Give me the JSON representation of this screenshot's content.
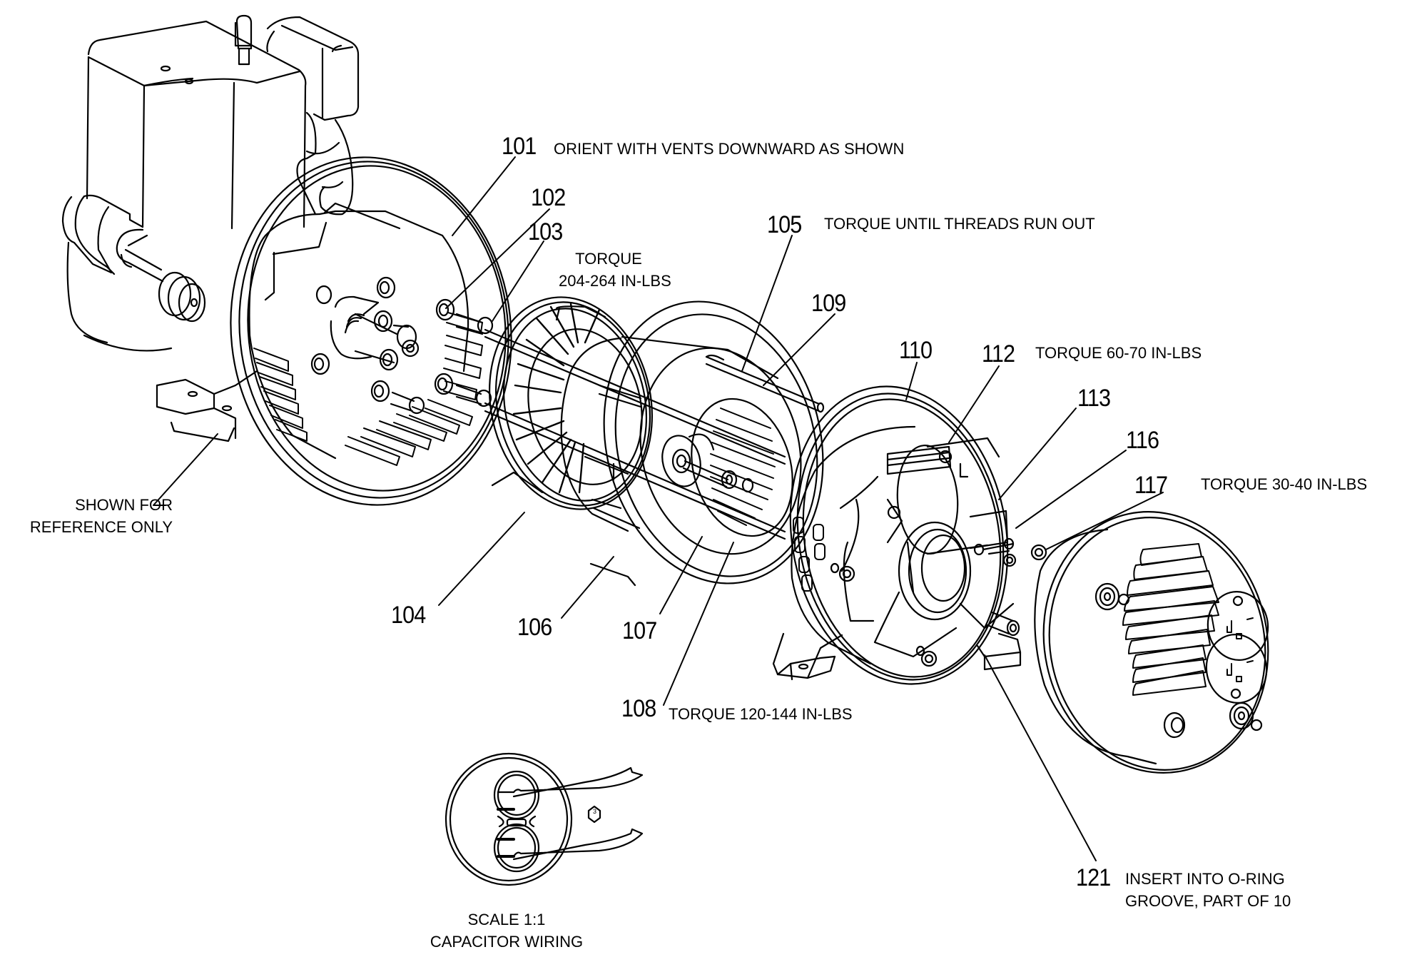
{
  "diagram": {
    "type": "exploded-assembly",
    "line_color": "#000000",
    "background": "#ffffff",
    "parts": {
      "engine": "engine-reference",
      "p101": "rear-end-bell",
      "p104": "fan",
      "p105": "through-bolt",
      "p106": "stator",
      "p107": "rotor",
      "p108": "rotor-bolt",
      "p109": "rotor-shaft",
      "p110": "front-end-bell",
      "p112": "end-bell-screw",
      "p113": "capacitor",
      "p116": "capacitor-bracket",
      "p117": "cover-screw",
      "p121": "o-ring",
      "cover": "end-cover-with-receptacles"
    }
  },
  "callouts": {
    "c101": {
      "number": "101",
      "note": "ORIENT  WITH  VENTS  DOWNWARD  AS  SHOWN"
    },
    "c102": {
      "number": "102"
    },
    "c103": {
      "number": "103",
      "note_line1": "TORQUE",
      "note_line2": "204-264 IN-LBS"
    },
    "c104": {
      "number": "104"
    },
    "c105": {
      "number": "105",
      "note": "TORQUE UNTIL THREADS RUN OUT"
    },
    "c106": {
      "number": "106"
    },
    "c107": {
      "number": "107"
    },
    "c108": {
      "number": "108",
      "note": "TORQUE 120-144 IN-LBS"
    },
    "c109": {
      "number": "109"
    },
    "c110": {
      "number": "110"
    },
    "c112": {
      "number": "112",
      "note": "TORQUE 60-70 IN-LBS"
    },
    "c113": {
      "number": "113"
    },
    "c116": {
      "number": "116"
    },
    "c117": {
      "number": "117",
      "note": "TORQUE 30-40 IN-LBS"
    },
    "c121": {
      "number": "121",
      "note_line1": "INSERT INTO O-RING",
      "note_line2": "GROOVE, PART OF 10"
    }
  },
  "reference_note": {
    "line1": "SHOWN FOR",
    "line2": "REFERENCE ONLY"
  },
  "detail_view": {
    "title_line1": "SCALE 1:1",
    "title_line2": "CAPACITOR WIRING",
    "hex_marker": "3"
  }
}
